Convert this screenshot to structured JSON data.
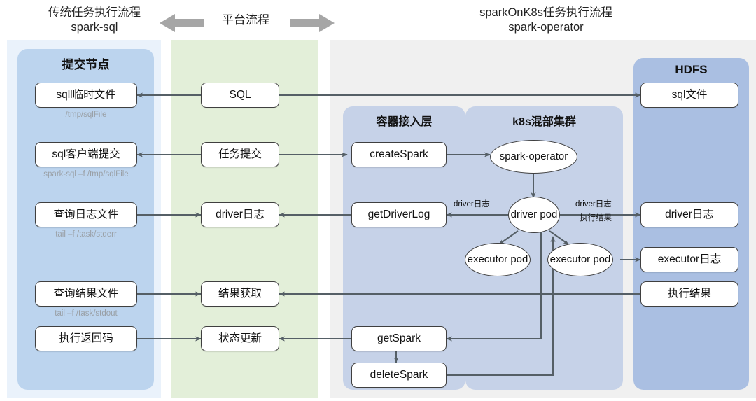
{
  "headers": {
    "left": [
      "传统任务执行流程",
      "spark-sql"
    ],
    "middle": "平台流程",
    "right": [
      "sparkOnK8s任务执行流程",
      "spark-operator"
    ],
    "arrow_left_icon": "arrow-left-icon",
    "arrow_right_icon": "arrow-right-icon"
  },
  "panels": {
    "submit_node": "提交节点",
    "container_layer": "容器接入层",
    "k8s_cluster": "k8s混部集群",
    "hdfs": "HDFS"
  },
  "left_column": [
    {
      "label": "sqll临时文件",
      "sub": "/tmp/sqlFile"
    },
    {
      "label": "sql客户端提交",
      "sub": "spark-sql –f /tmp/sqlFile"
    },
    {
      "label": "查询日志文件",
      "sub": "tail –f /task/stderr"
    },
    {
      "label": "查询结果文件",
      "sub": "tail –f /task/stdout"
    },
    {
      "label": "执行返回码",
      "sub": ""
    }
  ],
  "middle_column": [
    {
      "label": "SQL"
    },
    {
      "label": "任务提交"
    },
    {
      "label": "driver日志"
    },
    {
      "label": "结果获取"
    },
    {
      "label": "状态更新"
    }
  ],
  "container_column": [
    {
      "label": "createSpark"
    },
    {
      "label": "getDriverLog"
    },
    {
      "label": "getSpark"
    },
    {
      "label": "deleteSpark"
    }
  ],
  "k8s_nodes": [
    {
      "label": "spark-operator"
    },
    {
      "label": "driver pod"
    },
    {
      "label": "executor pod"
    },
    {
      "label": "executor pod"
    }
  ],
  "hdfs_column": [
    {
      "label": "sql文件"
    },
    {
      "label": "driver日志"
    },
    {
      "label": "executor日志"
    },
    {
      "label": "执行结果"
    }
  ],
  "edge_labels": {
    "driver_log_left": "driver日志",
    "driver_log_right": "driver日志",
    "exec_result_right": "执行结果"
  },
  "colors": {
    "band_left_outer": "#eaf2fb",
    "band_left_inner": "#bcd4ee",
    "band_middle": "#e3efd9",
    "band_right_outer": "#f0f0f0",
    "band_sub_panel": "#c6d2e8",
    "band_hdfs": "#aabfe2",
    "line": "#555f66",
    "box_border": "#3f3f3f",
    "sub_text": "#9aa0a6"
  }
}
